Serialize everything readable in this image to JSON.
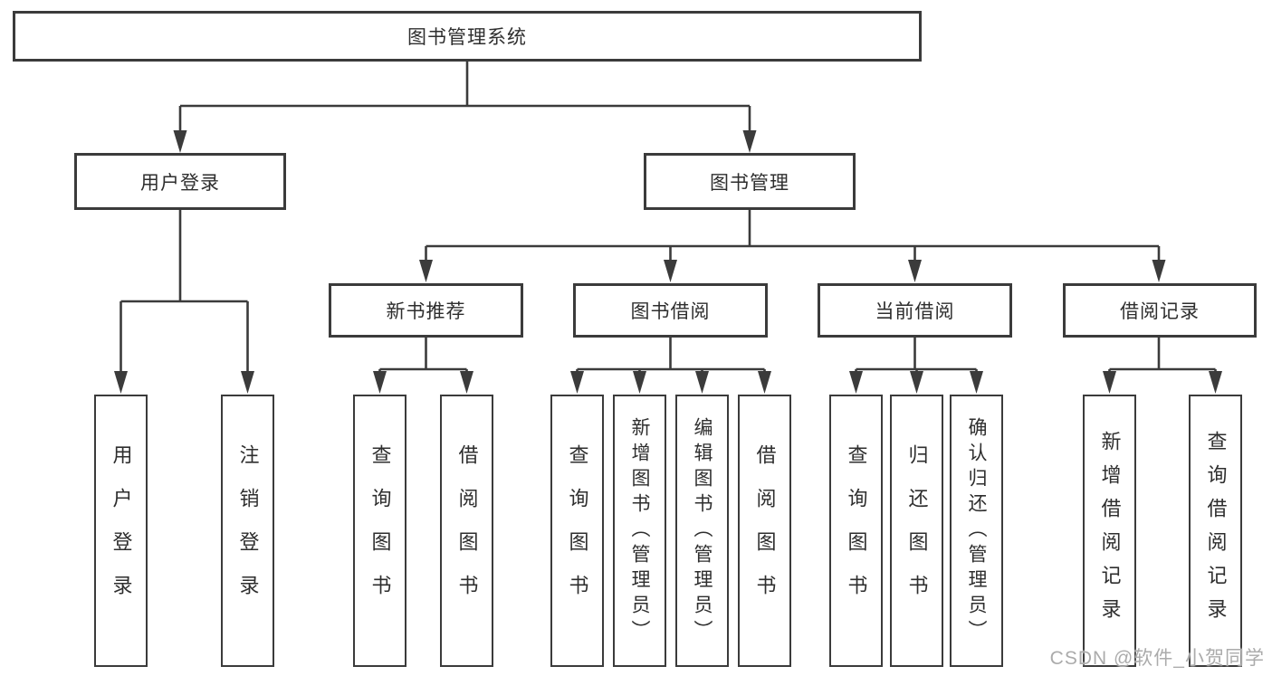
{
  "colors": {
    "line": "#3b3b3b",
    "text": "#2e2e2e",
    "watermark": "#ababab",
    "background": "#ffffff"
  },
  "watermark": "CSDN @软件_小贺同学",
  "tree": {
    "label": "图书管理系统",
    "children": [
      {
        "label": "用户登录",
        "children": [
          {
            "label": "用户登录"
          },
          {
            "label": "注销登录"
          }
        ]
      },
      {
        "label": "图书管理",
        "children": [
          {
            "label": "新书推荐",
            "children": [
              {
                "label": "查询图书"
              },
              {
                "label": "借阅图书"
              }
            ]
          },
          {
            "label": "图书借阅",
            "children": [
              {
                "label": "查询图书"
              },
              {
                "label": "新增图书（管理员）"
              },
              {
                "label": "编辑图书（管理员）"
              },
              {
                "label": "借阅图书"
              }
            ]
          },
          {
            "label": "当前借阅",
            "children": [
              {
                "label": "查询图书"
              },
              {
                "label": "归还图书"
              },
              {
                "label": "确认归还（管理员）"
              }
            ]
          },
          {
            "label": "借阅记录",
            "children": [
              {
                "label": "新增借阅记录"
              },
              {
                "label": "查询借阅记录"
              }
            ]
          }
        ]
      }
    ]
  }
}
